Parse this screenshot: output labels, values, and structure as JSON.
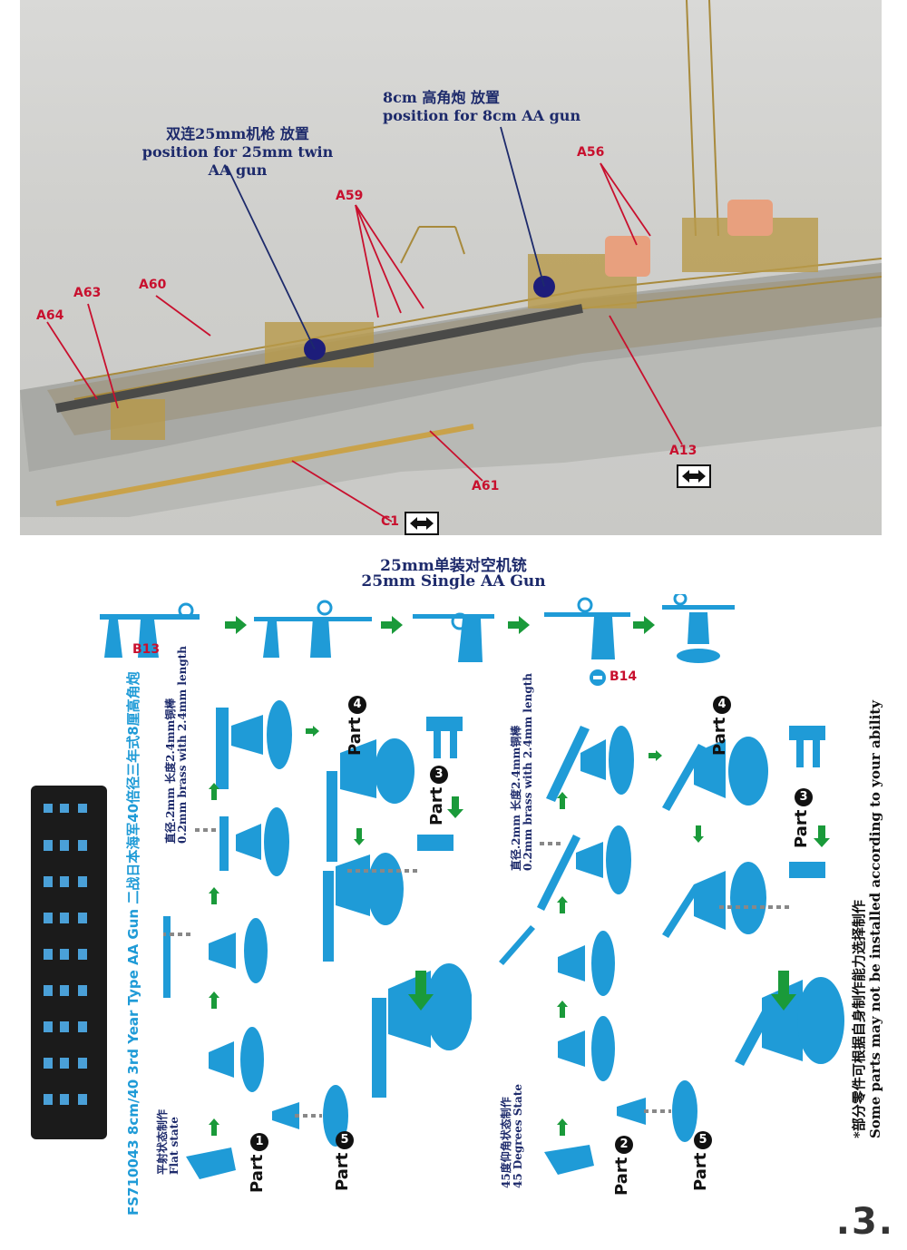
{
  "photo": {
    "twin_aa": {
      "cn": "双连25mm机枪 放置",
      "en": "position for 25mm twin AA gun"
    },
    "aa8cm": {
      "cn": "8cm 高角炮 放置",
      "en": "position for 8cm AA gun"
    },
    "part_labels": [
      "A56",
      "A59",
      "A60",
      "A63",
      "A64",
      "A13",
      "A61",
      "C1"
    ]
  },
  "single_gun": {
    "title_cn": "25mm单装对空机铳",
    "title_en": "25mm Single AA Gun",
    "part_b13": "B13",
    "part_b14": "B14"
  },
  "left_side": {
    "vertical_title": "FS710043  8cm/40 3rd Year Type AA Gun 二战日本海军40倍径三年式8厘高角炮",
    "brass_note_cn": "直径.2mm 长度2.4mm铜棒",
    "brass_note_en": "0.2mm brass with 2.4mm length",
    "state_cn": "平射状态制作",
    "state_en": "Flat state",
    "part1": "Part",
    "part1_num": "1",
    "part5": "Part",
    "part5_num": "5",
    "part4": "Part",
    "part4_num": "4",
    "part3": "Part",
    "part3_num": "3"
  },
  "right_side": {
    "brass_note_cn": "直径.2mm 长度2.4mm铜棒",
    "brass_note_en": "0.2mm brass with 2.4mm length",
    "state_cn": "45度仰角状态制作",
    "state_en": "45 Degrees State",
    "part2": "Part",
    "part2_num": "2",
    "part5": "Part",
    "part5_num": "5",
    "part4": "Part",
    "part4_num": "4",
    "part3": "Part",
    "part3_num": "3"
  },
  "note": {
    "cn": "*部分零件可根据自身制作能力选择制作",
    "en": "Some parts may not be installed according to your ability"
  },
  "page_number": ".3.",
  "colors": {
    "part_blue": "#1f9bd7",
    "label_red": "#c8102e",
    "text_navy": "#1d2a6b",
    "arrow_green": "#1a9a3a"
  }
}
